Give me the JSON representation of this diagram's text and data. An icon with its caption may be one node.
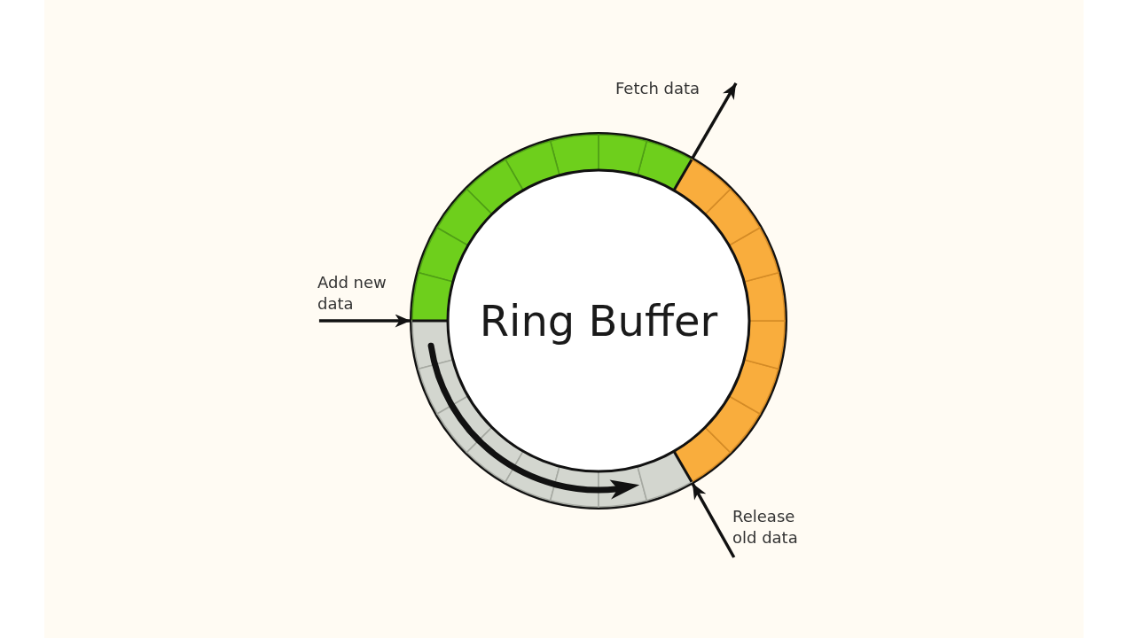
{
  "diagram": {
    "nodes": [
      {
        "text": [
          "Fetch data"
        ]
      },
      {
        "text": [
          "Add new data"
        ]
      },
      {
        "text": [
          "Ring Buffer"
        ]
      },
      {
        "text": [
          "Release old data"
        ]
      }
    ],
    "edges": [
      {
        "from": 2,
        "to": 0,
        "arrow": "to"
      },
      {
        "from": 1,
        "to": 2,
        "arrow": "to"
      },
      {
        "from": 3,
        "to": 2,
        "arrow": "to"
      }
    ]
  }
}
